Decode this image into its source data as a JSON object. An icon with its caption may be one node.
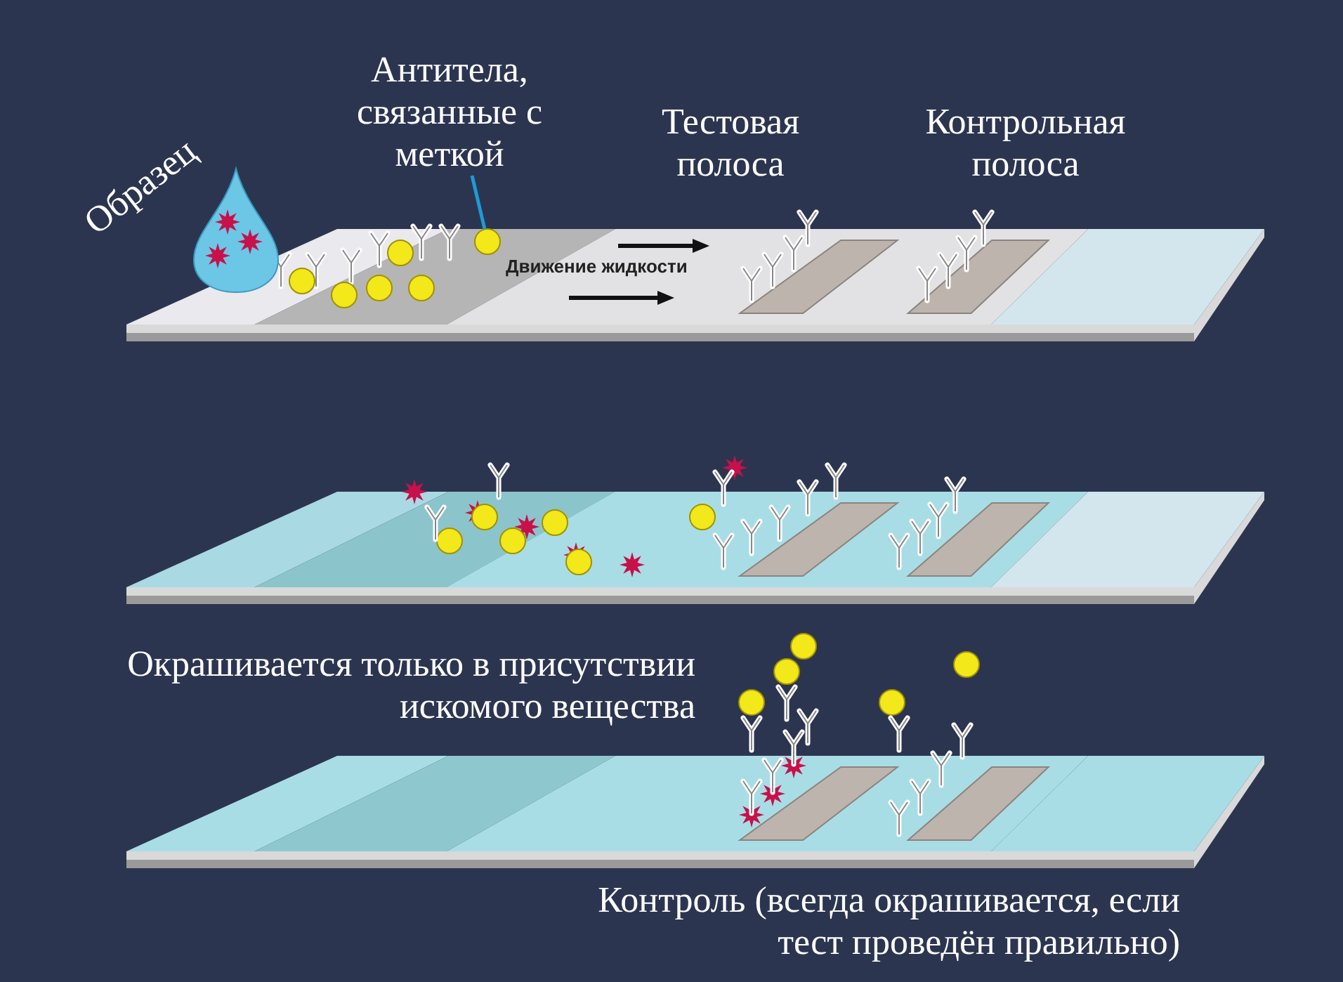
{
  "diagram": {
    "nodes": [
      {
        "text": [
          "Антитела, связанные с меткой"
        ]
      },
      {
        "text": [],
        "shape": "circle"
      }
    ],
    "edges": [
      {
        "from": 0,
        "to": 1,
        "arrow": "none"
      }
    ],
    "labels": [
      "Образец",
      "Тестовая полоса",
      "Контрольная полоса",
      "Движение жидкости",
      "Окрашивается только в присутствии искомого вещества",
      "Контроль (всегда окрашивается, если тест проведён правильно)"
    ]
  }
}
